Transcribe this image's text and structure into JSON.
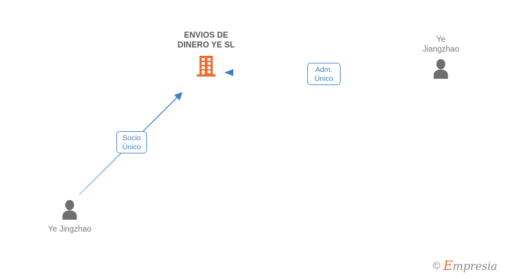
{
  "diagram": {
    "background_color": "#ffffff",
    "accent_blue": "#4a8fd4",
    "company_orange": "#f4652a",
    "person_gray": "#7b7b7b",
    "title_gray": "#555555",
    "nodes": [
      {
        "id": "company",
        "type": "company",
        "label": "ENVIOS DE\nDINERO YE SL",
        "icon": "building-icon"
      },
      {
        "id": "person-right",
        "type": "person",
        "label": "Ye\nJiangzhao",
        "icon": "person-icon"
      },
      {
        "id": "person-left",
        "type": "person",
        "label": "Ye Jingzhao",
        "icon": "person-icon"
      }
    ],
    "edges": [
      {
        "id": "edge-adm",
        "from": "person-right",
        "to": "company",
        "label": "Adm.\nÚnico",
        "direction": "to-company",
        "color": "#4a8fd4"
      },
      {
        "id": "edge-socio",
        "from": "person-left",
        "to": "company",
        "label": "Socio\nÚnico",
        "direction": "to-company",
        "color": "#4a8fd4"
      }
    ]
  },
  "watermark": {
    "copyright_symbol": "©",
    "brand_initial": "E",
    "brand_rest": "mpresia"
  }
}
